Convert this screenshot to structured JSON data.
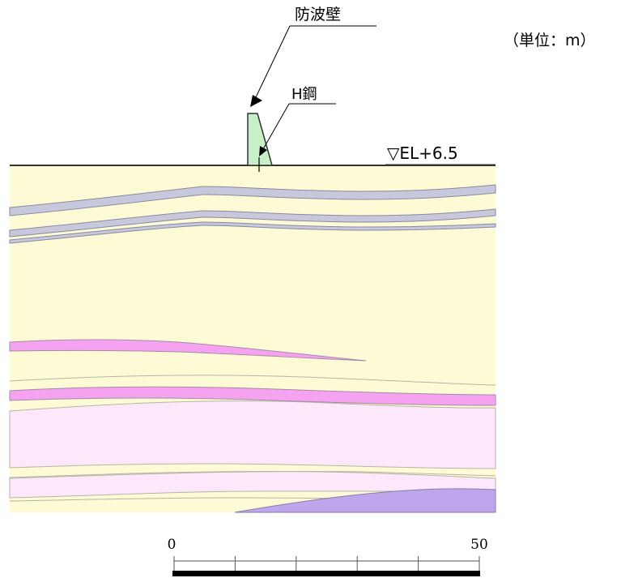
{
  "labels": {
    "breakwater": "防波壁",
    "h_steel": "H鋼",
    "elevation": "▽EL+6.5",
    "unit": "（単位：m）"
  },
  "scale_bar": {
    "start_label": "0",
    "end_label": "50"
  },
  "colors": {
    "sand_base": "#fdfbd5",
    "gray_layer": "#c8c8dc",
    "gray_layer_edge": "#8a8aa0",
    "magenta_layer": "#f5a3f0",
    "pink_layer": "#fde8fb",
    "violet_layer": "#bda6ec",
    "breakwater_fill": "#c8f0c8"
  }
}
